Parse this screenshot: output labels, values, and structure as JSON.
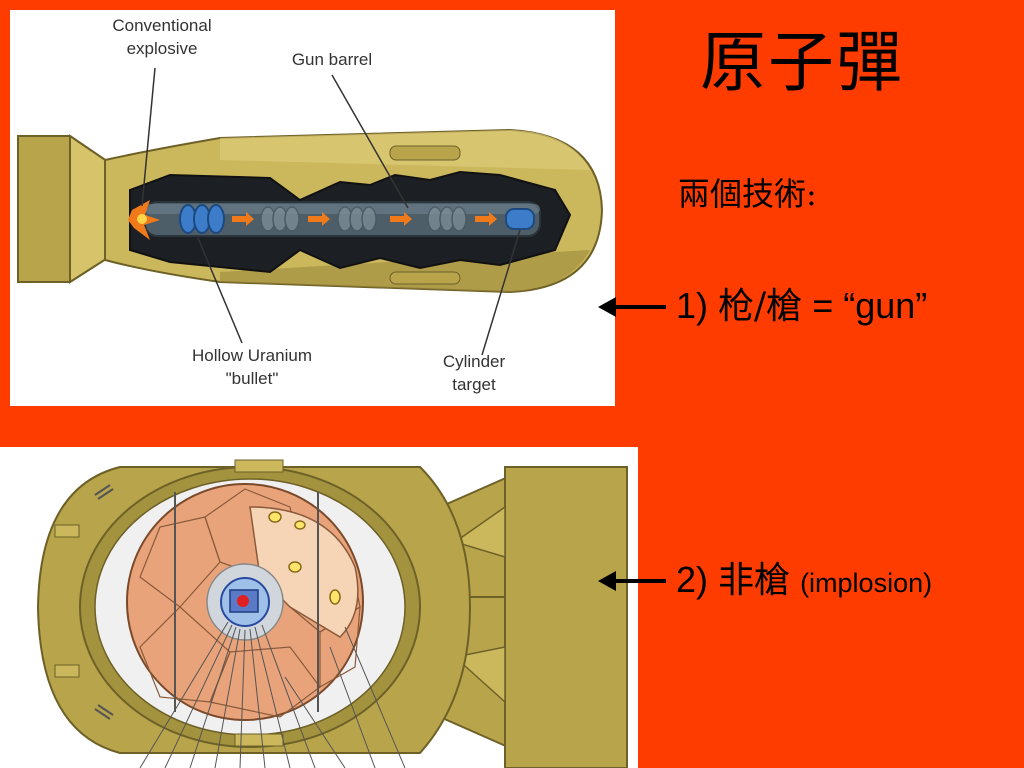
{
  "slide": {
    "title": "原子彈",
    "subtitle": "兩個技術:",
    "item1": {
      "num": "1)",
      "zh": "枪/槍",
      "rest": "= “gun”"
    },
    "item2": {
      "num": "2)",
      "zh": "非槍",
      "rest": "(implosion)"
    }
  },
  "gun_diagram": {
    "labels": {
      "explosive_line1": "Conventional",
      "explosive_line2": "explosive",
      "barrel": "Gun barrel",
      "bullet_line1": "Hollow Uranium",
      "bullet_line2": "\"bullet\"",
      "target_line1": "Cylinder",
      "target_line2": "target"
    }
  },
  "colors": {
    "background": "#ff3c00",
    "bomb_body": "#c9b55a",
    "bomb_shadow": "#8a7a2e",
    "barrel": "#4a5a63"
  },
  "icons": [
    "left-arrow-icon",
    "left-arrow-icon"
  ]
}
